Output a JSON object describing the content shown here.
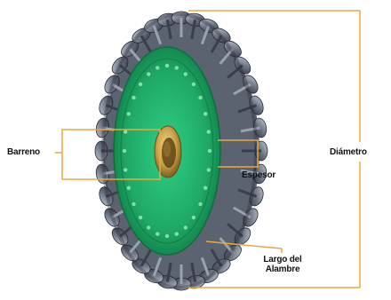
{
  "diagram": {
    "labels": {
      "barreno": "Barreno",
      "espesor": "Espesor",
      "diametro": "Diámetro",
      "largo_line1": "Largo del",
      "largo_line2": "Alambre"
    },
    "colors": {
      "callout": "#e8a93a",
      "hub_green": "#20b06a",
      "hub_green_dark": "#12804a",
      "brass": "#c9a24a",
      "wire_dark": "#3b4250",
      "wire_light": "#a8b0bd",
      "text": "#111111"
    }
  }
}
